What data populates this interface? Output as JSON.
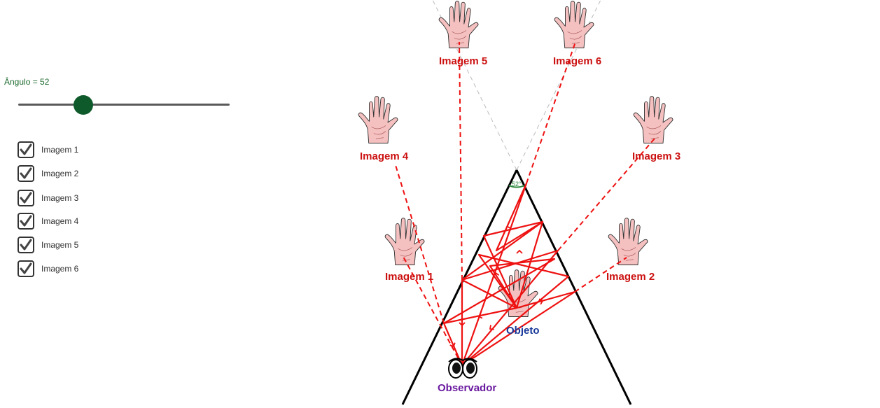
{
  "controls": {
    "slider_label": "Ângulo = 52",
    "slider": {
      "min": 0,
      "max": 180,
      "value": 52
    },
    "checkboxes": [
      {
        "label": "Imagem 1",
        "checked": true
      },
      {
        "label": "Imagem 2",
        "checked": true
      },
      {
        "label": "Imagem 3",
        "checked": true
      },
      {
        "label": "Imagem 4",
        "checked": true
      },
      {
        "label": "Imagem 5",
        "checked": true
      },
      {
        "label": "Imagem 6",
        "checked": true
      }
    ]
  },
  "diagram": {
    "mirror_angle_label": "52°",
    "object_label": "Objeto",
    "observer_label": "Observador",
    "images": [
      "Imagem 1",
      "Imagem 2",
      "Imagem 3",
      "Imagem 4",
      "Imagem 5",
      "Imagem 6"
    ]
  },
  "colors": {
    "ray": "#ee1111",
    "image_label": "#cc1111",
    "object_label": "#1a3a9a",
    "observer_label": "#6a1aa0",
    "slider_accent": "#0e5a2a",
    "hand_fill": "#f5c0c0"
  },
  "icons": [
    "hand-icon",
    "eyes-icon",
    "checkmark-icon"
  ]
}
